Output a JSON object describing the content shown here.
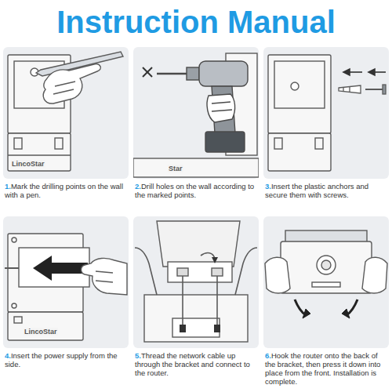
{
  "diagram": {
    "title": "Instruction Manual",
    "nodes": [
      {
        "text": [
          "1.",
          "Mark the drilling points on the wall with a pen."
        ]
      },
      {
        "text": [
          "2.",
          "Drill holes on the wall according to the marked points."
        ]
      },
      {
        "text": [
          "3.",
          "Insert the plastic anchors and secure them with screws."
        ]
      },
      {
        "text": [
          "4.",
          "Insert the power supply from the side."
        ]
      },
      {
        "text": [
          "5.",
          "Thread the network cable up through the bracket and connect to the router."
        ]
      },
      {
        "text": [
          "6.",
          "Hook the router onto the back of the bracket, then press it down into place from the front. Installation is complete."
        ]
      }
    ],
    "labels": [
      "LincoStar",
      "Star",
      "LincoStar"
    ]
  }
}
